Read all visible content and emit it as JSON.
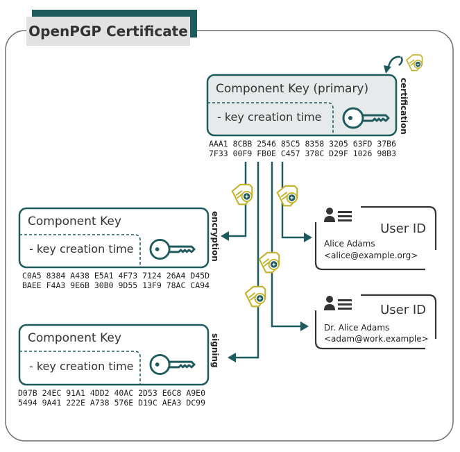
{
  "title": "OpenPGP Certificate",
  "colors": {
    "teal": "#1d5b5d",
    "gold": "#c2b12a",
    "frame": "#6f6f6f",
    "title_bg": "#e2e2e2",
    "primary_bg": "#e6eaeb"
  },
  "primary": {
    "title": "Component Key (primary)",
    "field": "- key creation time",
    "side_label": "certification",
    "fingerprint": [
      "AAA1 8CBB 2546 85C5 8358 3205 63FD 37B6",
      "7F33 00F9 FB0E C457 378C D29F 1026 98B3"
    ],
    "icon": "key-icon"
  },
  "encryption": {
    "title": "Component Key",
    "field": "- key creation time",
    "side_label": "encryption",
    "fingerprint": [
      "C0A5 8384 A438 E5A1 4F73 7124 26A4 D45D",
      "BAEE F4A3 9E6B 30B0 9D55 13F9 78AC CA94"
    ],
    "icon": "key-icon"
  },
  "signing": {
    "title": "Component Key",
    "field": "- key creation time",
    "side_label": "signing",
    "fingerprint": [
      "D07B 24EC 91A1 4DD2 40AC 2D53 E6C8 A9E0",
      "5494 9A41 222E A738 576E D19C AEA3 DC99"
    ],
    "icon": "key-icon"
  },
  "user_ids": [
    {
      "title": "User ID",
      "name": "Alice Adams",
      "email": "<alice@example.org>",
      "icon": "user-id-icon"
    },
    {
      "title": "User ID",
      "name": "Dr. Alice Adams",
      "email": "<adam@work.example>",
      "icon": "user-id-icon"
    }
  ],
  "signature_icon": "signature-tag-icon"
}
